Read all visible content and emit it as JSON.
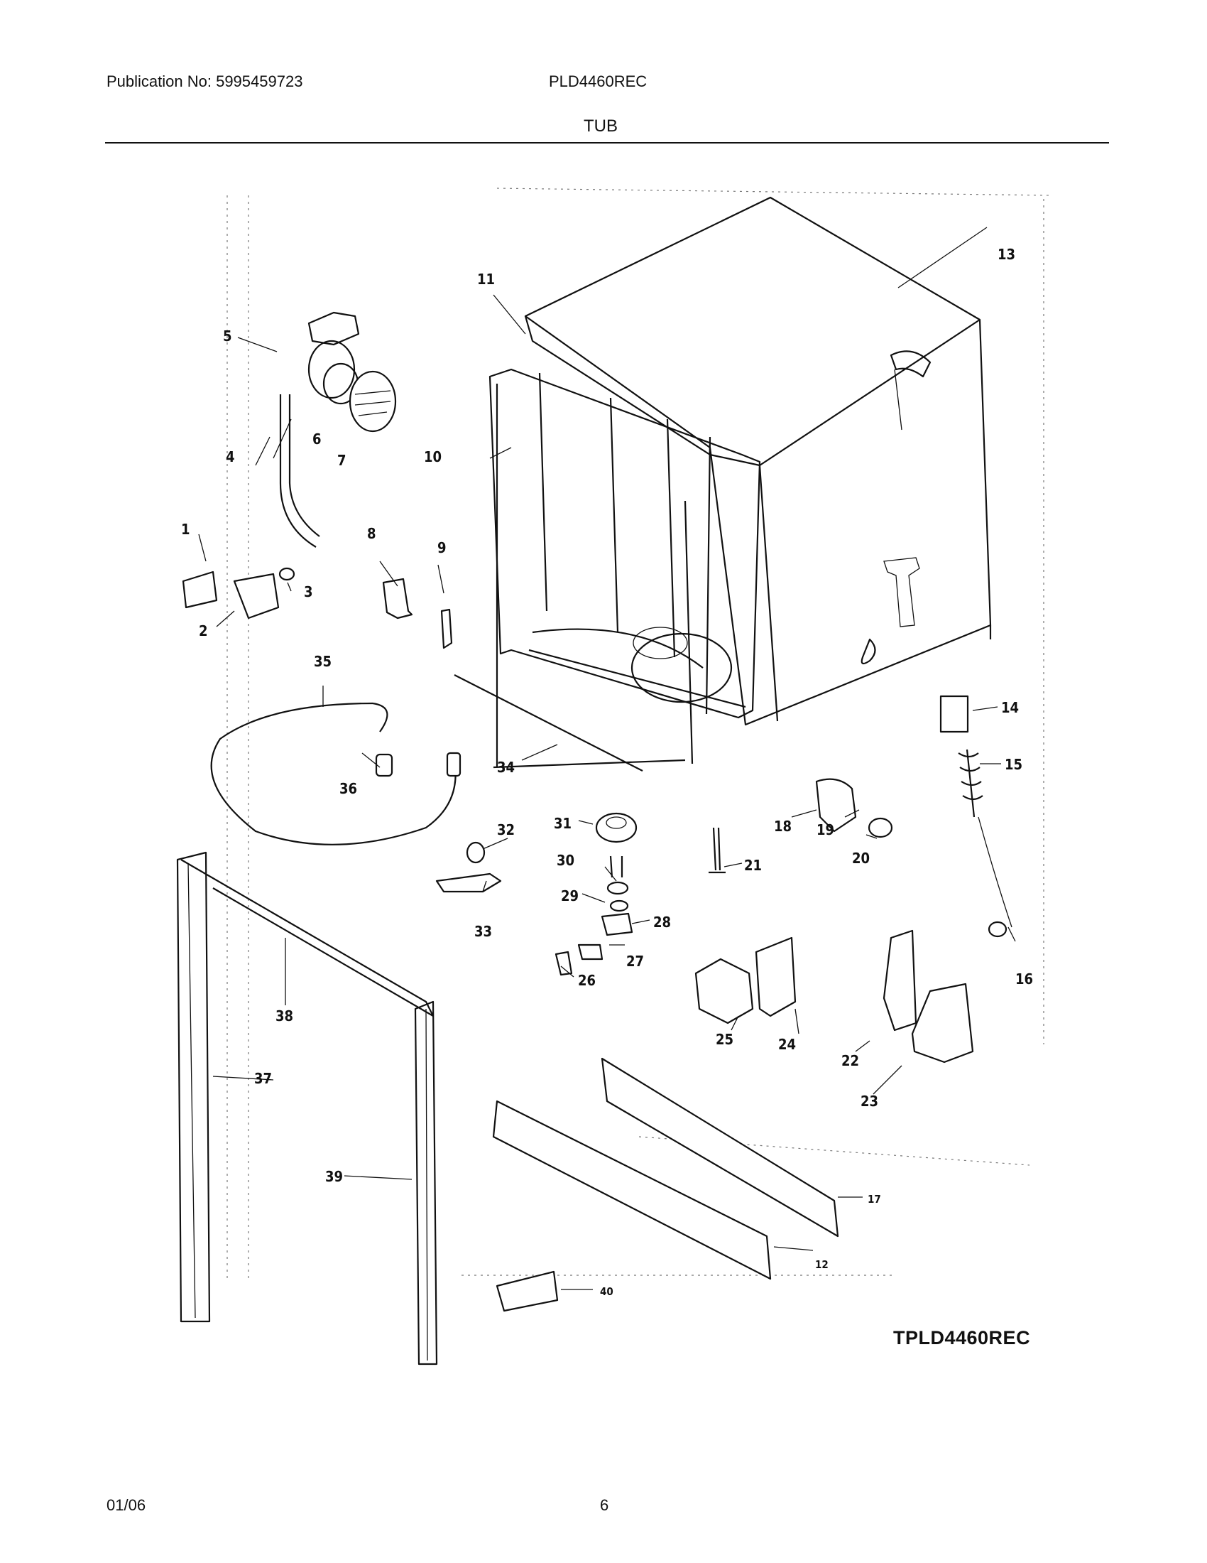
{
  "header": {
    "publication_label": "Publication No: 5995459723",
    "model": "PLD4460REC",
    "section_title": "TUB"
  },
  "diagram": {
    "code": "TPLD4460REC",
    "callouts": [
      "1",
      "2",
      "3",
      "4",
      "5",
      "6",
      "7",
      "8",
      "9",
      "10",
      "11",
      "12",
      "13",
      "14",
      "15",
      "16",
      "17",
      "18",
      "19",
      "20",
      "21",
      "22",
      "23",
      "24",
      "25",
      "26",
      "27",
      "28",
      "29",
      "30",
      "31",
      "32",
      "33",
      "34",
      "35",
      "36",
      "37",
      "38",
      "39",
      "40"
    ]
  },
  "footer": {
    "date": "01/06",
    "page": "6"
  }
}
